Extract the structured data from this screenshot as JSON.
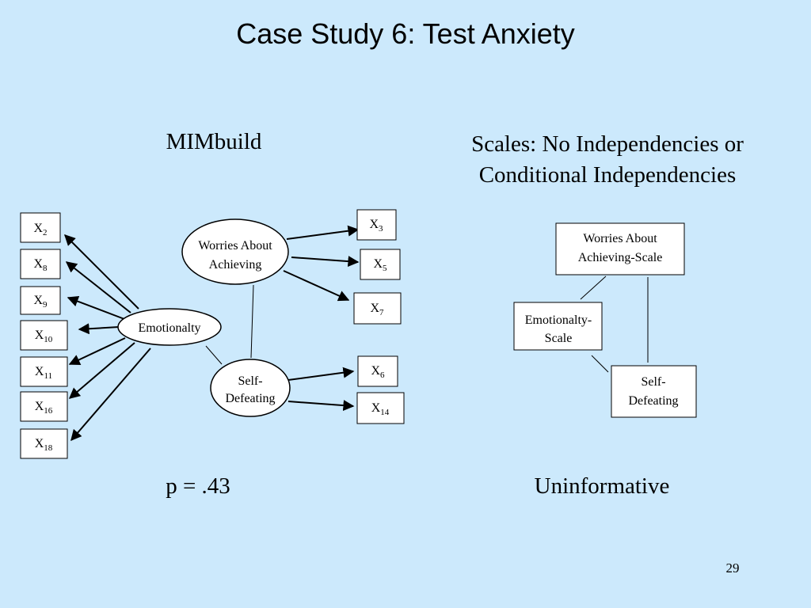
{
  "slide": {
    "title": "Case Study 6: Test Anxiety",
    "left_heading": "MIMbuild",
    "right_heading_line1": "Scales: No Independencies or",
    "right_heading_line2": "Conditional Independencies",
    "left_result": "p = .43",
    "right_result": "Uninformative",
    "page_number": "29"
  },
  "mimbuild": {
    "latents": {
      "worries": [
        "Worries About",
        "Achieving"
      ],
      "emotionality": "Emotionalty",
      "self_defeating": [
        "Self-",
        "Defeating"
      ]
    },
    "indicators": {
      "x2": {
        "base": "X",
        "sub": "2"
      },
      "x8": {
        "base": "X",
        "sub": "8"
      },
      "x9": {
        "base": "X",
        "sub": "9"
      },
      "x10": {
        "base": "X",
        "sub": "10"
      },
      "x11": {
        "base": "X",
        "sub": "11"
      },
      "x16": {
        "base": "X",
        "sub": "16"
      },
      "x18": {
        "base": "X",
        "sub": "18"
      },
      "x3": {
        "base": "X",
        "sub": "3"
      },
      "x5": {
        "base": "X",
        "sub": "5"
      },
      "x7": {
        "base": "X",
        "sub": "7"
      },
      "x6": {
        "base": "X",
        "sub": "6"
      },
      "x14": {
        "base": "X",
        "sub": "14"
      }
    }
  },
  "scales": {
    "worries": [
      "Worries About",
      "Achieving-Scale"
    ],
    "emotionality": [
      "Emotionalty-",
      "Scale"
    ],
    "self_defeating": [
      "Self-",
      "Defeating"
    ]
  }
}
